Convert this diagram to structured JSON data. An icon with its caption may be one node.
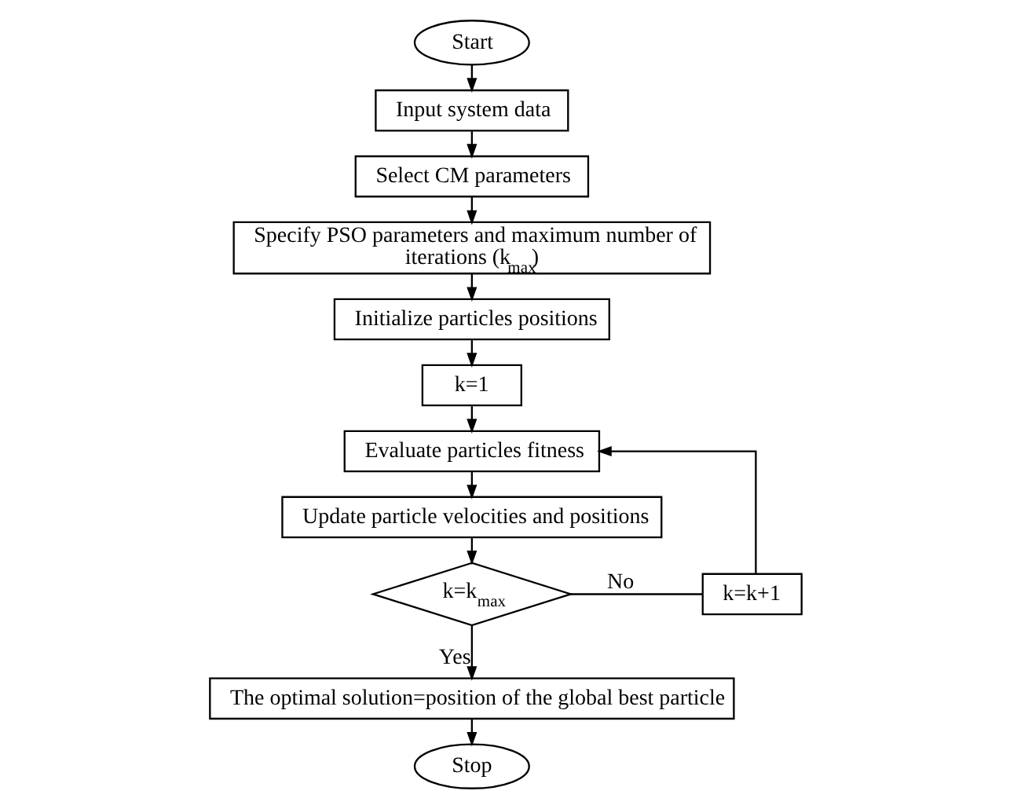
{
  "diagram": {
    "nodes": [
      {
        "text": [
          "Start"
        ]
      },
      {
        "text": [
          "Input system data"
        ]
      },
      {
        "text": [
          "Select CM parameters"
        ]
      },
      {
        "text": [
          "Specify PSO parameters and maximum number of iterations (k$_{max}$)"
        ]
      },
      {
        "text": [
          "Initialize particles positions"
        ]
      },
      {
        "text": [
          "k=1"
        ]
      },
      {
        "text": [
          "Evaluate particles fitness"
        ]
      },
      {
        "text": [
          "Update particle velocities and positions"
        ]
      },
      {
        "text": [
          "k=k$_{max}$"
        ]
      },
      {
        "text": [
          "k=k+1"
        ]
      },
      {
        "text": [
          "The optimal solution=position of the global best particle"
        ]
      },
      {
        "text": [
          "Stop"
        ]
      }
    ],
    "edges": [
      {
        "from": 0,
        "to": 1,
        "arrow": "to"
      },
      {
        "from": 1,
        "to": 2,
        "arrow": "to"
      },
      {
        "from": 2,
        "to": 3,
        "arrow": "to"
      },
      {
        "from": 3,
        "to": 4,
        "arrow": "to"
      },
      {
        "from": 4,
        "to": 5,
        "arrow": "to"
      },
      {
        "from": 5,
        "to": 6,
        "arrow": "to"
      },
      {
        "from": 6,
        "to": 7,
        "arrow": "to"
      },
      {
        "from": 7,
        "to": 8,
        "arrow": "to"
      },
      {
        "from": 8,
        "to": 9,
        "arrow": "none",
        "label": "No"
      },
      {
        "from": 9,
        "to": 6,
        "arrow": "to"
      },
      {
        "from": 8,
        "to": 10,
        "arrow": "to",
        "label": "Yes"
      },
      {
        "from": 10,
        "to": 11,
        "arrow": "to"
      }
    ]
  }
}
